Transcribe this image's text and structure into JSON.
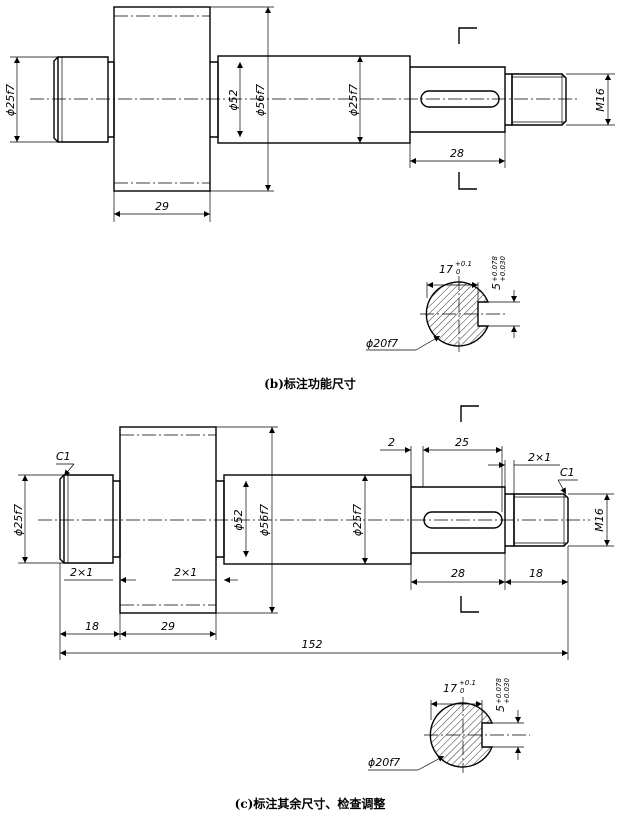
{
  "diagram_b": {
    "d_left": "ϕ25f7",
    "d_collar_inner": "ϕ52",
    "d_collar_outer": "ϕ56f7",
    "d_shaft": "ϕ25f7",
    "thread": "M16",
    "len_keyway": "28",
    "len_collar": "29",
    "section_width": "17",
    "section_width_tol_upper": "+0.1",
    "section_width_tol_lower": "0",
    "section_key": "5",
    "section_key_tol_upper": "+0.078",
    "section_key_tol_lower": "+0.030",
    "section_dia": "ϕ20f7",
    "caption": "(b)标注功能尺寸"
  },
  "diagram_c": {
    "chamfer_left": "C1",
    "chamfer_right": "C1",
    "d_left": "ϕ25f7",
    "d_collar_inner": "ϕ52",
    "d_collar_outer": "ϕ56f7",
    "d_shaft": "ϕ25f7",
    "thread": "M16",
    "dim_2": "2",
    "dim_25": "25",
    "groove_right": "2×1",
    "groove_left": "2×1",
    "groove_mid": "2×1",
    "len_keyway": "28",
    "len_thread": "18",
    "len_left": "18",
    "len_collar": "29",
    "len_total": "152",
    "section_width": "17",
    "section_width_tol_upper": "+0.1",
    "section_width_tol_lower": "0",
    "section_key": "5",
    "section_key_tol_upper": "+0.078",
    "section_key_tol_lower": "+0.030",
    "section_dia": "ϕ20f7",
    "caption": "(c)标注其余尺寸、检查调整"
  }
}
